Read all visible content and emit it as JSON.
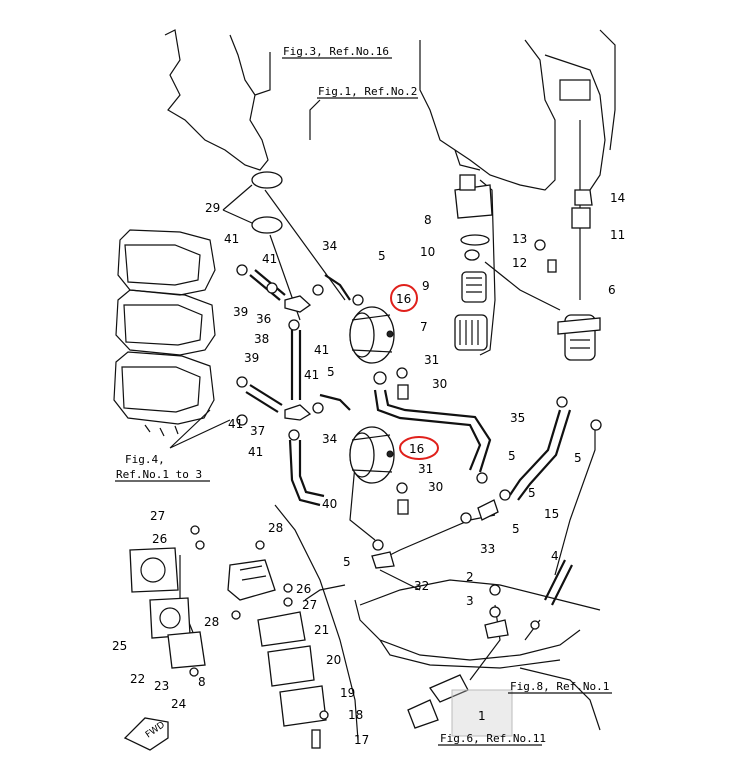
{
  "refs": {
    "fig3": "Fig.3, Ref.No.16",
    "fig1": "Fig.1, Ref.No.2",
    "fig4_line1": "Fig.4,",
    "fig4_line2": "Ref.No.1 to 3",
    "fig8": "Fig.8, Ref.No.1",
    "fig6": "Fig.6, Ref.No.11"
  },
  "fwd_label": "FWD",
  "highlight_color": "#e0201b",
  "labels": [
    {
      "id": "29",
      "text": "29"
    },
    {
      "id": "41a",
      "text": "41"
    },
    {
      "id": "41b",
      "text": "41"
    },
    {
      "id": "34a",
      "text": "34"
    },
    {
      "id": "5a",
      "text": "5"
    },
    {
      "id": "16a",
      "text": "16"
    },
    {
      "id": "39a",
      "text": "39"
    },
    {
      "id": "36",
      "text": "36"
    },
    {
      "id": "41c",
      "text": "41"
    },
    {
      "id": "38",
      "text": "38"
    },
    {
      "id": "39b",
      "text": "39"
    },
    {
      "id": "41d",
      "text": "41"
    },
    {
      "id": "5b",
      "text": "5"
    },
    {
      "id": "31a",
      "text": "31"
    },
    {
      "id": "30a",
      "text": "30"
    },
    {
      "id": "41e",
      "text": "41"
    },
    {
      "id": "37",
      "text": "37"
    },
    {
      "id": "34b",
      "text": "34"
    },
    {
      "id": "16b",
      "text": "16"
    },
    {
      "id": "41f",
      "text": "41"
    },
    {
      "id": "31b",
      "text": "31"
    },
    {
      "id": "30b",
      "text": "30"
    },
    {
      "id": "40",
      "text": "40"
    },
    {
      "id": "8",
      "text": "8"
    },
    {
      "id": "10",
      "text": "10"
    },
    {
      "id": "9",
      "text": "9"
    },
    {
      "id": "7",
      "text": "7"
    },
    {
      "id": "14",
      "text": "14"
    },
    {
      "id": "11",
      "text": "11"
    },
    {
      "id": "13",
      "text": "13"
    },
    {
      "id": "12",
      "text": "12"
    },
    {
      "id": "6",
      "text": "6"
    },
    {
      "id": "35",
      "text": "35"
    },
    {
      "id": "5c",
      "text": "5"
    },
    {
      "id": "5d",
      "text": "5"
    },
    {
      "id": "5e",
      "text": "5"
    },
    {
      "id": "15",
      "text": "15"
    },
    {
      "id": "33",
      "text": "33"
    },
    {
      "id": "5f",
      "text": "5"
    },
    {
      "id": "5g",
      "text": "5"
    },
    {
      "id": "32",
      "text": "32"
    },
    {
      "id": "4",
      "text": "4"
    },
    {
      "id": "2",
      "text": "2"
    },
    {
      "id": "3",
      "text": "3"
    },
    {
      "id": "27a",
      "text": "27"
    },
    {
      "id": "26a",
      "text": "26"
    },
    {
      "id": "28a",
      "text": "28"
    },
    {
      "id": "26b",
      "text": "26"
    },
    {
      "id": "27b",
      "text": "27"
    },
    {
      "id": "28b",
      "text": "28"
    },
    {
      "id": "21",
      "text": "21"
    },
    {
      "id": "25",
      "text": "25"
    },
    {
      "id": "20",
      "text": "20"
    },
    {
      "id": "22",
      "text": "22"
    },
    {
      "id": "23",
      "text": "23"
    },
    {
      "id": "8b",
      "text": "8"
    },
    {
      "id": "24",
      "text": "24"
    },
    {
      "id": "19",
      "text": "19"
    },
    {
      "id": "18",
      "text": "18"
    },
    {
      "id": "17",
      "text": "17"
    },
    {
      "id": "1",
      "text": "1"
    }
  ]
}
